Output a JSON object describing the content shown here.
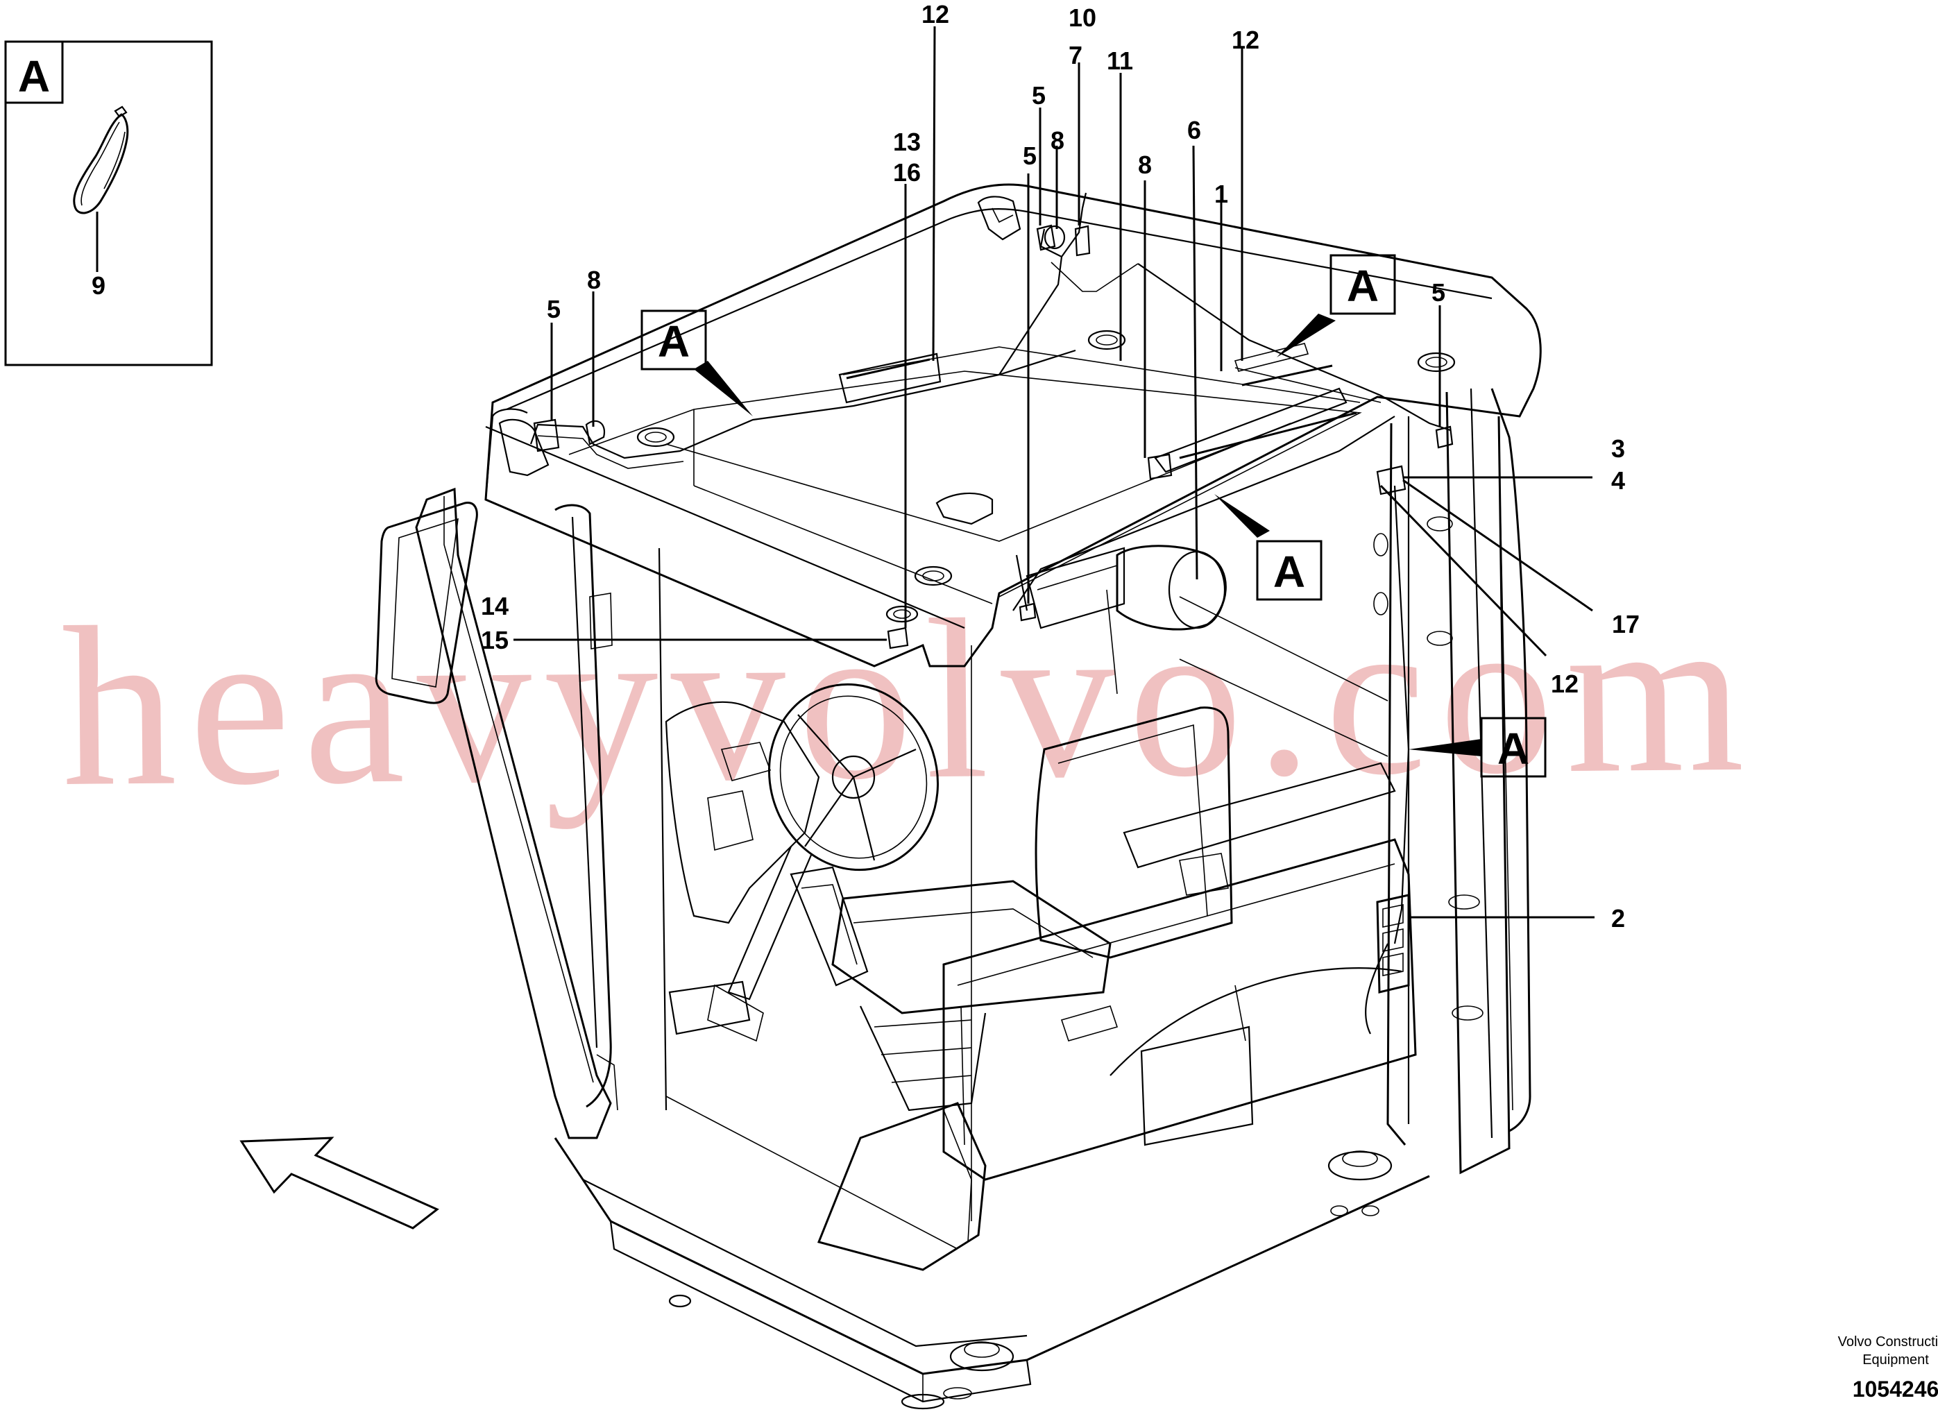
{
  "inset": {
    "letter": "A",
    "callout": "9"
  },
  "callouts": {
    "c1": "1",
    "c2": "2",
    "c3": "3",
    "c4": "4",
    "c5a": "5",
    "c5b": "5",
    "c5c": "5",
    "c5d": "5",
    "c6": "6",
    "c7": "7",
    "c8a": "8",
    "c8b": "8",
    "c8c": "8",
    "c10": "10",
    "c11": "11",
    "c12a": "12",
    "c12b": "12",
    "c12c": "12",
    "c13": "13",
    "c14": "14",
    "c15": "15",
    "c16": "16",
    "c17": "17"
  },
  "detail_markers": [
    "A",
    "A",
    "A",
    "A"
  ],
  "watermark": "heavyvolvo.com",
  "footer": {
    "company": "Volvo Construction",
    "company_line2": "Equipment",
    "drawing_number": "1054246"
  }
}
